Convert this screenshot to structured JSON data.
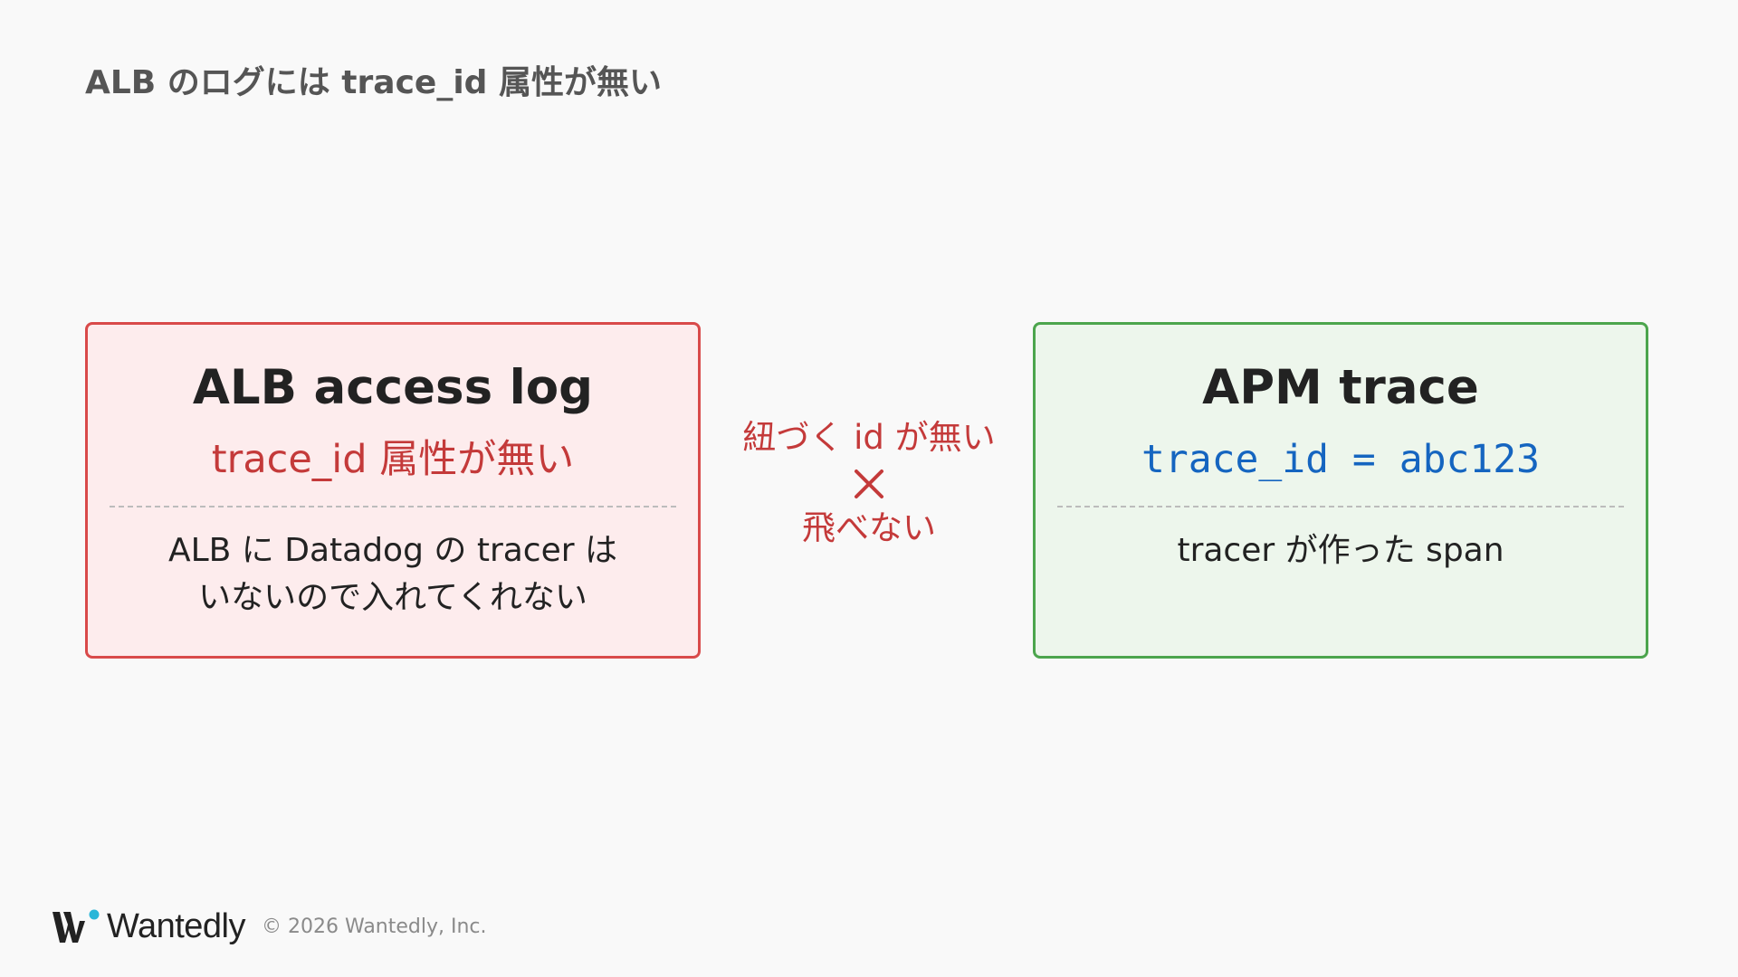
{
  "slide": {
    "title": "ALB のログには trace_id 属性が無い"
  },
  "left_box": {
    "heading": "ALB access log",
    "subheading": "trace_id 属性が無い",
    "description_lines": [
      "ALB に Datadog の tracer は",
      "いないので入れてくれない"
    ],
    "border_color": "#d94a4a",
    "background_color": "#fdeced"
  },
  "connector": {
    "top_label": "紐づく id が無い",
    "icon": "cross-icon",
    "bottom_label": "飛べない",
    "color": "#c43a3a"
  },
  "right_box": {
    "heading": "APM trace",
    "subheading": "trace_id = abc123",
    "description": "tracer が作った span",
    "border_color": "#4ca54d",
    "background_color": "#edf6ec"
  },
  "footer": {
    "logo_icon": "wantedly-logo-icon",
    "logo_text": "Wantedly",
    "copyright": "© 2026 Wantedly, Inc."
  },
  "colors": {
    "background": "#f9f9f9",
    "title": "#555555",
    "code_blue": "#1565c0",
    "logo_accent": "#29b6d8"
  }
}
